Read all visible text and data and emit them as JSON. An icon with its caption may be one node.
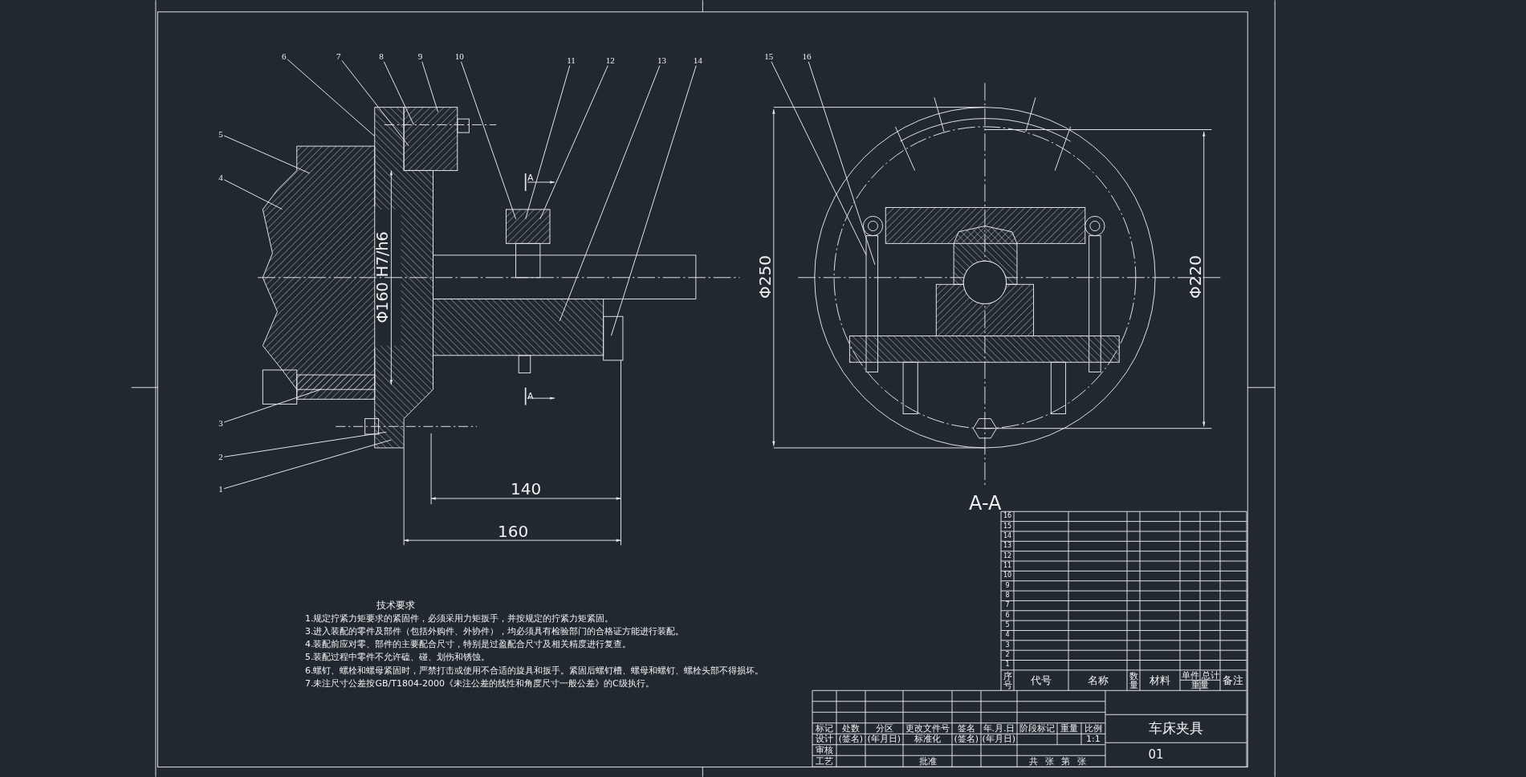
{
  "diagram": {
    "nodes": [
      {
        "text": [
          "1"
        ]
      },
      {
        "text": [
          "2"
        ]
      },
      {
        "text": [
          "3"
        ]
      },
      {
        "text": [
          "4"
        ]
      },
      {
        "text": [
          "5"
        ]
      },
      {
        "text": [
          "6"
        ]
      },
      {
        "text": [
          "7"
        ]
      },
      {
        "text": [
          "8"
        ]
      },
      {
        "text": [
          "9"
        ]
      },
      {
        "text": [
          "10"
        ]
      },
      {
        "text": [
          "11"
        ]
      },
      {
        "text": [
          "12"
        ]
      },
      {
        "text": [
          "13"
        ]
      },
      {
        "text": [
          "14"
        ]
      },
      {
        "text": [
          "15"
        ]
      },
      {
        "text": [
          "16"
        ]
      }
    ],
    "edges": [
      {
        "from": 0,
        "to": null,
        "arrow": "none"
      },
      {
        "from": 1,
        "to": null,
        "arrow": "none"
      },
      {
        "from": 2,
        "to": null,
        "arrow": "none"
      },
      {
        "from": 3,
        "to": null,
        "arrow": "none"
      },
      {
        "from": 4,
        "to": null,
        "arrow": "none"
      },
      {
        "from": 5,
        "to": null,
        "arrow": "none"
      },
      {
        "from": 6,
        "to": null,
        "arrow": "none"
      },
      {
        "from": 7,
        "to": null,
        "arrow": "none"
      },
      {
        "from": 8,
        "to": null,
        "arrow": "none"
      },
      {
        "from": 9,
        "to": null,
        "arrow": "none"
      },
      {
        "from": 10,
        "to": null,
        "arrow": "none"
      },
      {
        "from": 11,
        "to": null,
        "arrow": "none"
      },
      {
        "from": 12,
        "to": null,
        "arrow": "none"
      },
      {
        "from": 13,
        "to": null,
        "arrow": "none"
      },
      {
        "from": 14,
        "to": null,
        "arrow": "none"
      },
      {
        "from": 15,
        "to": null,
        "arrow": "none"
      }
    ],
    "labels": [
      "A",
      "Φ160 H7/h6",
      "A",
      "140",
      "160",
      "Φ250",
      "Φ220",
      "A-A",
      "技术要求",
      "1.规定拧紧力矩要求的紧固件，必须采用力矩扳手，并按规定的拧紧力矩紧固。",
      "3.进入装配的零件及部件（包括外购件、外协件），均必须具有检验部门的合格证方能进行装配。",
      "4.装配前应对零、部件的主要配合尺寸，特别是过盈配合尺寸及相关精度进行复查。",
      "5.装配过程中零件不允许磕、碰、划伤和锈蚀。",
      "6.螺钉、螺栓和螺母紧固时，严禁打击或使用不合适的旋具和扳手。紧固后螺钉槽、螺母和螺钉、螺栓头部不得损坏。",
      "7.未注尺寸公差按GB/T1804-2000《未注公差的线性和角度尺寸一般公差》的C级执行。",
      "16",
      "15",
      "14",
      "13",
      "12",
      "11",
      "10",
      "9",
      "8",
      "7",
      "6",
      "5",
      "4",
      "3",
      "2",
      "1",
      "序号",
      "代号",
      "名称",
      "数量",
      "材料",
      "单件",
      "总计",
      "重量",
      "备注",
      "标记",
      "处数",
      "分区",
      "更改文件号",
      "签名",
      "年.月.日",
      "设计",
      "(签名)",
      "(年月日)",
      "标准化",
      "(签名)",
      "(年月日)",
      "阶段标记",
      "重量",
      "比例",
      "1:1",
      "审核",
      "工艺",
      "批准",
      "共",
      "张",
      "第",
      "张",
      "车床夹具",
      "01"
    ]
  }
}
